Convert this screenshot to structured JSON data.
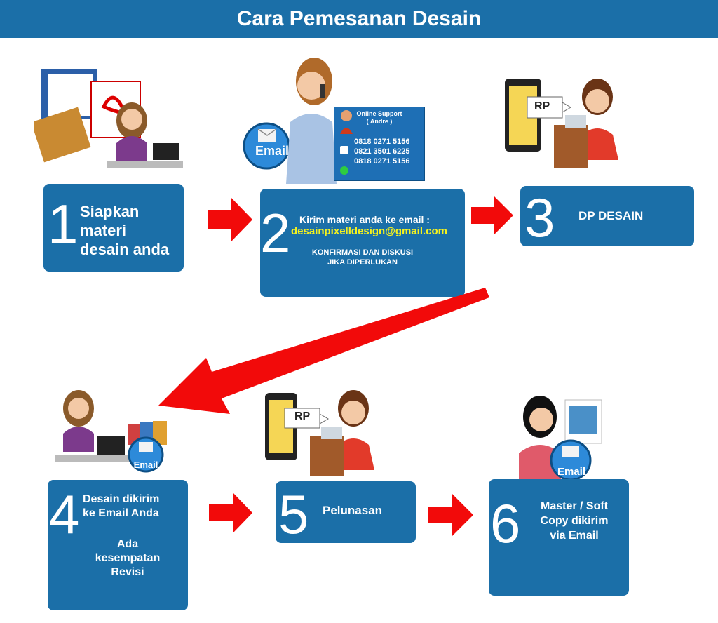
{
  "title": "Cara Pemesanan Desain",
  "colors": {
    "panel": "#1b6fa8",
    "arrow": "#f20a0a",
    "email_highlight": "#f5f21e"
  },
  "support_card": {
    "heading_line1": "Online Support",
    "heading_line2": "( Andre )",
    "phones": [
      "0818 0271 5156",
      "0821 3501 6225",
      "0818 0271 5156"
    ]
  },
  "email_badge": "Email",
  "rp_sign": "RP",
  "steps": [
    {
      "number": "1",
      "lines": [
        "Siapkan",
        "materi",
        "desain anda"
      ]
    },
    {
      "number": "2",
      "intro": "Kirim materi  anda ke email :",
      "email": "desainpixelldesign@gmail.com",
      "note_line1": "KONFIRMASI DAN DISKUSI",
      "note_line2": "JIKA DIPERLUKAN"
    },
    {
      "number": "3",
      "text": "DP DESAIN"
    },
    {
      "number": "4",
      "lines": [
        "Desain dikirim",
        "ke Email Anda"
      ],
      "extra": [
        "Ada",
        "kesempatan",
        "Revisi"
      ]
    },
    {
      "number": "5",
      "text": "Pelunasan"
    },
    {
      "number": "6",
      "lines": [
        "Master / Soft",
        "Copy dikirim",
        "via Email"
      ]
    }
  ]
}
